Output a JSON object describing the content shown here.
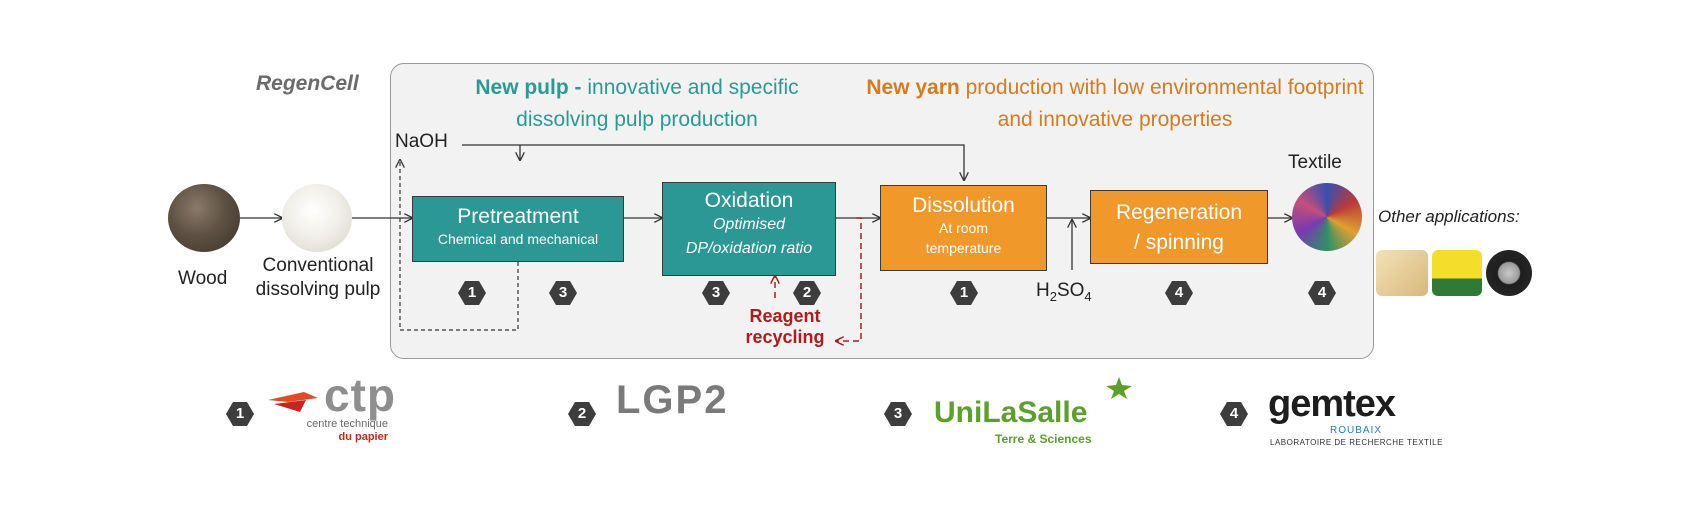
{
  "project_label": "RegenCell",
  "header": {
    "pulp_bold": "New pulp -",
    "pulp_rest": "innovative and specific dissolving pulp production",
    "yarn_bold": "New yarn",
    "yarn_rest": "production with low environmental footprint and innovative properties"
  },
  "inputs": {
    "wood": "Wood",
    "pulp_line1": "Conventional",
    "pulp_line2": "dissolving pulp",
    "naoh": "NaOH",
    "h2so4_main": "H",
    "h2so4_sub1": "2",
    "h2so4_mid": "SO",
    "h2so4_sub2": "4",
    "textile": "Textile",
    "other_apps": "Other applications:"
  },
  "steps": [
    {
      "title": "Pretreatment",
      "sub": "Chemical and mechanical",
      "badges": [
        "1",
        "3"
      ]
    },
    {
      "title": "Oxidation",
      "sub1": "Optimised",
      "sub2": "DP/oxidation ratio",
      "badges": [
        "3",
        "2"
      ]
    },
    {
      "title": "Dissolution",
      "sub1": "At room",
      "sub2": "temperature",
      "badges": [
        "1"
      ]
    },
    {
      "title1": "Regeneration",
      "title2": "/ spinning",
      "badges": [
        "4"
      ]
    }
  ],
  "reagent": {
    "line1": "Reagent",
    "line2": "recycling"
  },
  "textile_badge": "4",
  "partners": [
    {
      "num": "1",
      "name": "ctp",
      "sub1": "centre technique",
      "sub2": "du papier"
    },
    {
      "num": "2",
      "name": "LGP2"
    },
    {
      "num": "3",
      "name": "UniLaSalle",
      "sub": "Terre & Sciences"
    },
    {
      "num": "4",
      "name": "gemtex",
      "city": "ROUBAIX",
      "sub": "LABORATOIRE DE RECHERCHE TEXTILE"
    }
  ],
  "colors": {
    "teal": "#2b9896",
    "orange": "#f0982a",
    "reagent_red": "#b01c1c",
    "panel": "#f2f2f2",
    "badge": "#3d3d3d"
  },
  "icons": [
    "wood-image",
    "pulp-image",
    "textile-image",
    "paper-tubes-image",
    "sponge-image",
    "tire-image"
  ]
}
